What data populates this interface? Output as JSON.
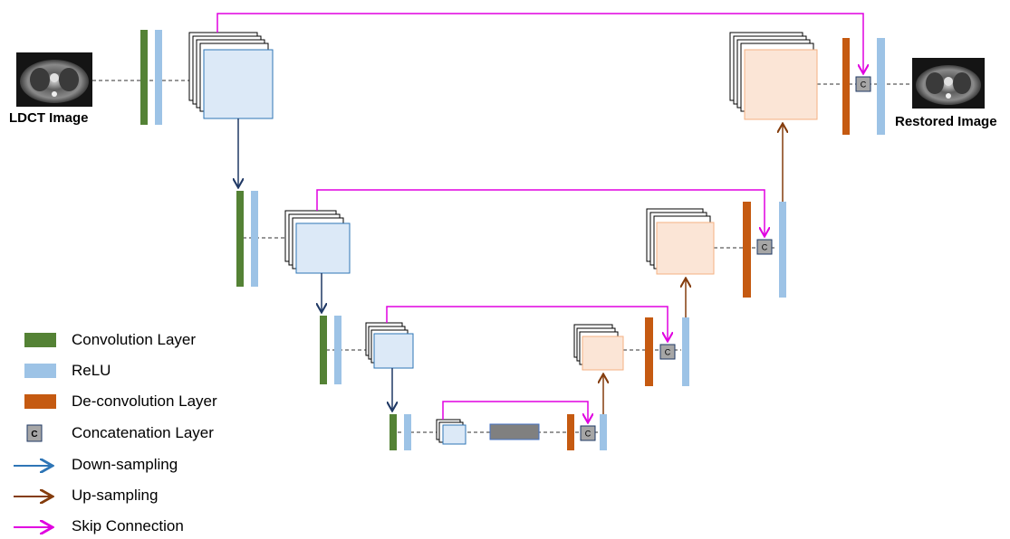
{
  "labels": {
    "input": "LDCT Image",
    "output": "Restored Image"
  },
  "concat_glyph": "C",
  "legend": [
    {
      "key": "conv",
      "label": "Convolution Layer",
      "color": "#548235"
    },
    {
      "key": "relu",
      "label": "ReLU",
      "color": "#9dc3e6"
    },
    {
      "key": "deconv",
      "label": "De-convolution Layer",
      "color": "#c55a11"
    },
    {
      "key": "concat",
      "label": "Concatenation Layer",
      "color": "#a6a6a6",
      "glyph": "C"
    },
    {
      "key": "down",
      "label": "Down-sampling",
      "color": "#2e75b6"
    },
    {
      "key": "up",
      "label": "Up-sampling",
      "color": "#843c0c"
    },
    {
      "key": "skip",
      "label": "Skip Connection",
      "color": "#e000e0"
    }
  ],
  "colors": {
    "encoder_fill": "#dce9f7",
    "encoder_edge": "#2e75b6",
    "decoder_fill": "#fbe5d6",
    "decoder_edge": "#f4b183",
    "bottleneck": "#808080",
    "down_arrow_main": "#1f3864"
  }
}
